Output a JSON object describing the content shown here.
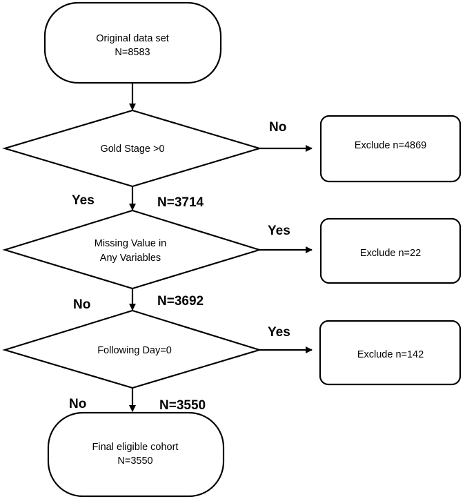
{
  "nodes": {
    "start": {
      "line1": "Original data set",
      "line2": "N=8583"
    },
    "decision1": {
      "text": "Gold Stage >0"
    },
    "decision2": {
      "line1": "Missing Value in",
      "line2": "Any Variables"
    },
    "decision3": {
      "text": "Following Day=0"
    },
    "exclude1": {
      "text": "Exclude n=4869"
    },
    "exclude2": {
      "text": "Exclude n=22"
    },
    "exclude3": {
      "text": "Exclude n=142"
    },
    "end": {
      "line1": "Final eligible cohort",
      "line2": "N=3550"
    }
  },
  "edges": {
    "d1_no": "No",
    "d1_yes": "Yes",
    "n1": "N=3714",
    "d2_yes": "Yes",
    "d2_no": "No",
    "n2": "N=3692",
    "d3_yes": "Yes",
    "d3_no": "No",
    "n3": "N=3550"
  }
}
